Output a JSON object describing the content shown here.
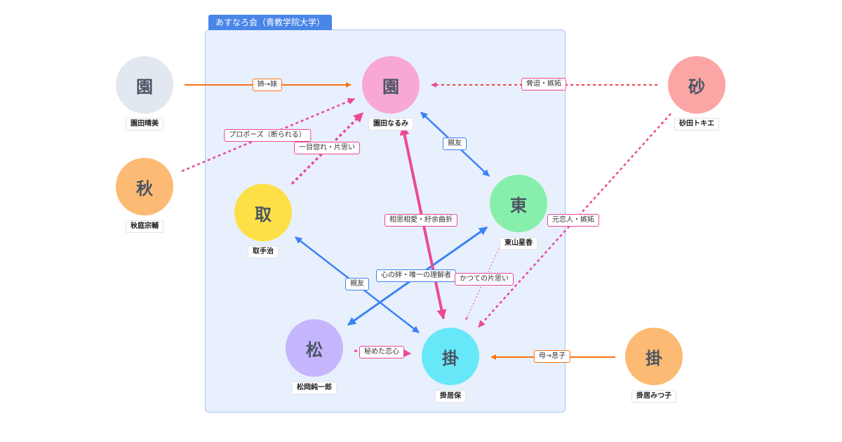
{
  "group": {
    "title": "あすなろ会（青教学院大学）"
  },
  "colors": {
    "family": "#f97316",
    "friend": "#3b82f6",
    "love": "#ec4899",
    "node_sono_haruyoshi": "#e2e8f0",
    "node_sono_narumi": "#f9a8d4",
    "node_sunada": "#fca5a5",
    "node_akiba": "#fdba74",
    "node_torite": "#fde047",
    "node_higashiyama": "#86efac",
    "node_matsuoka": "#c4b5fd",
    "node_kakei": "#67e8f9",
    "node_kakei_mitsuko": "#fdba74"
  },
  "nodes": {
    "sono_haruyoshi": {
      "glyph": "園",
      "label": "園田晴美"
    },
    "sono_narumi": {
      "glyph": "園",
      "label": "園田なるみ"
    },
    "sunada": {
      "glyph": "砂",
      "label": "砂田トキエ"
    },
    "akiba": {
      "glyph": "秋",
      "label": "秋庭宗輔"
    },
    "torite": {
      "glyph": "取",
      "label": "取手治"
    },
    "higashiyama": {
      "glyph": "東",
      "label": "東山星香"
    },
    "matsuoka": {
      "glyph": "松",
      "label": "松岡純一郎"
    },
    "kakei": {
      "glyph": "掛",
      "label": "掛居保"
    },
    "kakei_mitsuko": {
      "glyph": "掛",
      "label": "掛居みつ子"
    }
  },
  "edges": {
    "sister": "姉→妹",
    "threat": "脅迫・嫉妬",
    "proposal": "プロポーズ（断られる）",
    "crush": "一目惚れ・片思い",
    "best_friend_1": "親友",
    "mutual_love": "相思相愛・紆余曲折",
    "ex_lover": "元恋人・嫉妬",
    "bond": "心の絆・唯一の理解者",
    "best_friend_2": "親友",
    "past_crush": "かつての片思い",
    "secret_love": "秘めた恋心",
    "mother": "母→息子"
  }
}
